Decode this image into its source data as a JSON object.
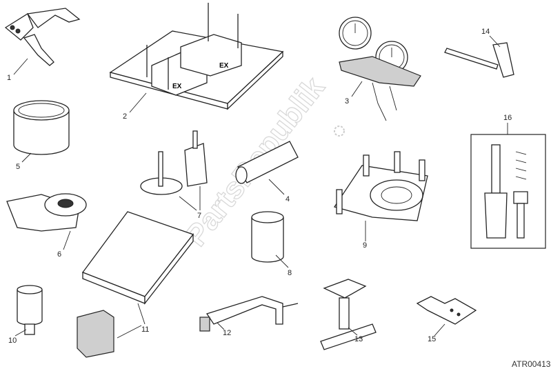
{
  "diagram": {
    "callouts": [
      "1",
      "2",
      "3",
      "4",
      "5",
      "6",
      "7",
      "8",
      "9",
      "10",
      "11",
      "12",
      "13",
      "14",
      "15",
      "16"
    ],
    "drawing_code": "ATR00413",
    "watermark": "PartsRepublik"
  }
}
